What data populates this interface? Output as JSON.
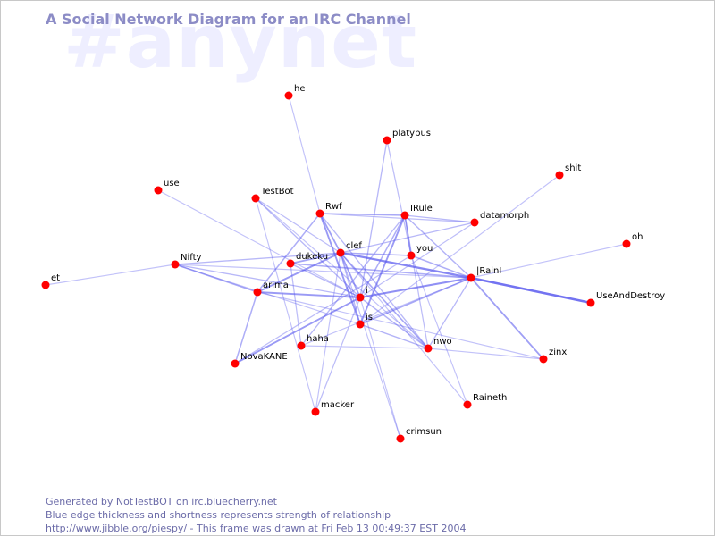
{
  "header": {
    "title": "A Social Network Diagram for an IRC Channel",
    "channel_watermark": "#anynet"
  },
  "colors": {
    "node": "#ff0000",
    "edge": "#5a5aee",
    "title": "#8c8cc6",
    "watermark": "#eeeeff",
    "footer": "#6b6ba8"
  },
  "network": {
    "nodes": [
      {
        "id": "he",
        "label": "he"
      },
      {
        "id": "platypus",
        "label": "platypus"
      },
      {
        "id": "shit",
        "label": "shit"
      },
      {
        "id": "use",
        "label": "use"
      },
      {
        "id": "TestBot",
        "label": "TestBot"
      },
      {
        "id": "Rwf",
        "label": "Rwf"
      },
      {
        "id": "IRule",
        "label": "IRule"
      },
      {
        "id": "datamorph",
        "label": "datamorph"
      },
      {
        "id": "oh",
        "label": "oh"
      },
      {
        "id": "you",
        "label": "you"
      },
      {
        "id": "clef",
        "label": "clef"
      },
      {
        "id": "dukeku",
        "label": "dukeku"
      },
      {
        "id": "Nifty",
        "label": "Nifty"
      },
      {
        "id": "et",
        "label": "et"
      },
      {
        "id": "IRainI",
        "label": "|RainI"
      },
      {
        "id": "arima",
        "label": "arima"
      },
      {
        "id": "i",
        "label": "i"
      },
      {
        "id": "UseAndDestroy",
        "label": "UseAndDestroy"
      },
      {
        "id": "is",
        "label": "is"
      },
      {
        "id": "haha",
        "label": "haha"
      },
      {
        "id": "nwo",
        "label": "nwo"
      },
      {
        "id": "NovaKANE",
        "label": "NovaKANE"
      },
      {
        "id": "zinx",
        "label": "zinx"
      },
      {
        "id": "Raineth",
        "label": "Raineth"
      },
      {
        "id": "macker",
        "label": "macker"
      },
      {
        "id": "crimsun",
        "label": "crimsun"
      }
    ],
    "edges": [
      {
        "source": "IRainI",
        "target": "UseAndDestroy",
        "strength": 1.0
      },
      {
        "source": "clef",
        "target": "IRainI",
        "strength": 0.8
      },
      {
        "source": "i",
        "target": "IRainI",
        "strength": 0.7
      },
      {
        "source": "Rwf",
        "target": "is",
        "strength": 0.6
      },
      {
        "source": "i",
        "target": "NovaKANE",
        "strength": 0.6
      },
      {
        "source": "IRule",
        "target": "is",
        "strength": 0.6
      },
      {
        "source": "clef",
        "target": "arima",
        "strength": 0.6
      },
      {
        "source": "Rwf",
        "target": "clef",
        "strength": 0.55
      },
      {
        "source": "clef",
        "target": "i",
        "strength": 0.55
      },
      {
        "source": "arima",
        "target": "i",
        "strength": 0.6
      },
      {
        "source": "dukeku",
        "target": "clef",
        "strength": 0.5
      },
      {
        "source": "Rwf",
        "target": "IRule",
        "strength": 0.45
      },
      {
        "source": "IRule",
        "target": "you",
        "strength": 0.45
      },
      {
        "source": "IRainI",
        "target": "zinx",
        "strength": 0.55
      },
      {
        "source": "clef",
        "target": "you",
        "strength": 0.45
      },
      {
        "source": "clef",
        "target": "nwo",
        "strength": 0.45
      },
      {
        "source": "IRainI",
        "target": "is",
        "strength": 0.45
      },
      {
        "source": "Nifty",
        "target": "arima",
        "strength": 0.45
      },
      {
        "source": "arima",
        "target": "NovaKANE",
        "strength": 0.4
      },
      {
        "source": "dukeku",
        "target": "IRainI",
        "strength": 0.4
      },
      {
        "source": "you",
        "target": "IRainI",
        "strength": 0.4
      },
      {
        "source": "IRule",
        "target": "i",
        "strength": 0.4
      },
      {
        "source": "Rwf",
        "target": "arima",
        "strength": 0.4
      },
      {
        "source": "i",
        "target": "nwo",
        "strength": 0.35
      },
      {
        "source": "is",
        "target": "nwo",
        "strength": 0.35
      },
      {
        "source": "IRule",
        "target": "IRainI",
        "strength": 0.35
      },
      {
        "source": "Nifty",
        "target": "clef",
        "strength": 0.3
      },
      {
        "source": "Nifty",
        "target": "i",
        "strength": 0.3
      },
      {
        "source": "TestBot",
        "target": "i",
        "strength": 0.3
      },
      {
        "source": "IRule",
        "target": "datamorph",
        "strength": 0.3
      },
      {
        "source": "datamorph",
        "target": "clef",
        "strength": 0.3
      },
      {
        "source": "Rwf",
        "target": "nwo",
        "strength": 0.3
      },
      {
        "source": "platypus",
        "target": "i",
        "strength": 0.3
      },
      {
        "source": "IRainI",
        "target": "nwo",
        "strength": 0.3
      },
      {
        "source": "clef",
        "target": "is",
        "strength": 0.3
      },
      {
        "source": "IRule",
        "target": "haha",
        "strength": 0.3
      },
      {
        "source": "dukeku",
        "target": "i",
        "strength": 0.3
      },
      {
        "source": "he",
        "target": "Rwf",
        "strength": 0.2
      },
      {
        "source": "platypus",
        "target": "you",
        "strength": 0.25
      },
      {
        "source": "shit",
        "target": "is",
        "strength": 0.2
      },
      {
        "source": "use",
        "target": "i",
        "strength": 0.2
      },
      {
        "source": "TestBot",
        "target": "clef",
        "strength": 0.25
      },
      {
        "source": "TestBot",
        "target": "macker",
        "strength": 0.2
      },
      {
        "source": "Rwf",
        "target": "datamorph",
        "strength": 0.25
      },
      {
        "source": "datamorph",
        "target": "i",
        "strength": 0.25
      },
      {
        "source": "oh",
        "target": "IRainI",
        "strength": 0.2
      },
      {
        "source": "you",
        "target": "Raineth",
        "strength": 0.2
      },
      {
        "source": "clef",
        "target": "Raineth",
        "strength": 0.2
      },
      {
        "source": "dukeku",
        "target": "haha",
        "strength": 0.25
      },
      {
        "source": "et",
        "target": "Nifty",
        "strength": 0.2
      },
      {
        "source": "Nifty",
        "target": "is",
        "strength": 0.2
      },
      {
        "source": "Nifty",
        "target": "IRainI",
        "strength": 0.2
      },
      {
        "source": "arima",
        "target": "zinx",
        "strength": 0.2
      },
      {
        "source": "i",
        "target": "crimsun",
        "strength": 0.2
      },
      {
        "source": "clef",
        "target": "macker",
        "strength": 0.2
      },
      {
        "source": "i",
        "target": "macker",
        "strength": 0.25
      },
      {
        "source": "haha",
        "target": "nwo",
        "strength": 0.2
      },
      {
        "source": "nwo",
        "target": "zinx",
        "strength": 0.2
      },
      {
        "source": "IRainI",
        "target": "haha",
        "strength": 0.2
      },
      {
        "source": "clef",
        "target": "crimsun",
        "strength": 0.2
      },
      {
        "source": "TestBot",
        "target": "nwo",
        "strength": 0.2
      },
      {
        "source": "you",
        "target": "NovaKANE",
        "strength": 0.25
      },
      {
        "source": "nwo",
        "target": "IRule",
        "strength": 0.25
      }
    ]
  },
  "footer": {
    "generated_by": "Generated by NotTestBOT on irc.bluecherry.net",
    "legend": "Blue edge thickness and shortness represents strength of relationship",
    "credit": "http://www.jibble.org/piespy/ - This frame was drawn at Fri Feb 13 00:49:37 EST 2004"
  }
}
